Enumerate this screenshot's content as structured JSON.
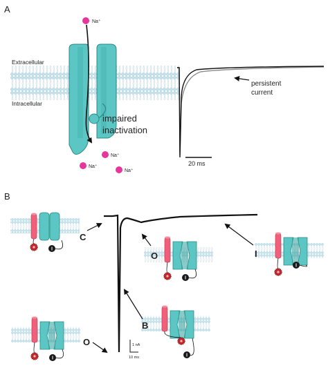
{
  "panels": {
    "a": {
      "letter": "A",
      "extracellular": "Extracellular",
      "intracellular": "Intracellular",
      "ion": "Na⁺",
      "impaired_line1": "impaired",
      "impaired_line2": "inactivation",
      "persistent_line1": "persistent",
      "persistent_line2": "current",
      "scale_time": "20 ms"
    },
    "b": {
      "letter": "B",
      "label_c": "C",
      "label_o_mid": "O",
      "label_i": "I",
      "label_o_bottom": "O",
      "label_b": "B",
      "scale_current": "1 nA",
      "scale_time": "10 ms"
    }
  },
  "colors": {
    "channel": "#5bc6c3",
    "channel_dark": "#2d9e9a",
    "channel_edge": "#2b8a87",
    "sodium": "#e8359b",
    "voltage_sensor": "#f0607a",
    "gate_red": "#c4282c",
    "gate_black": "#1a1a1a",
    "membrane_head": "#b9dbe6",
    "trace": "#111111",
    "trace_gray": "#8a8a8a"
  },
  "icons": [
    "sodium-ion-icon",
    "channel-icon",
    "inactivation-ball-icon",
    "arrow-icon"
  ]
}
